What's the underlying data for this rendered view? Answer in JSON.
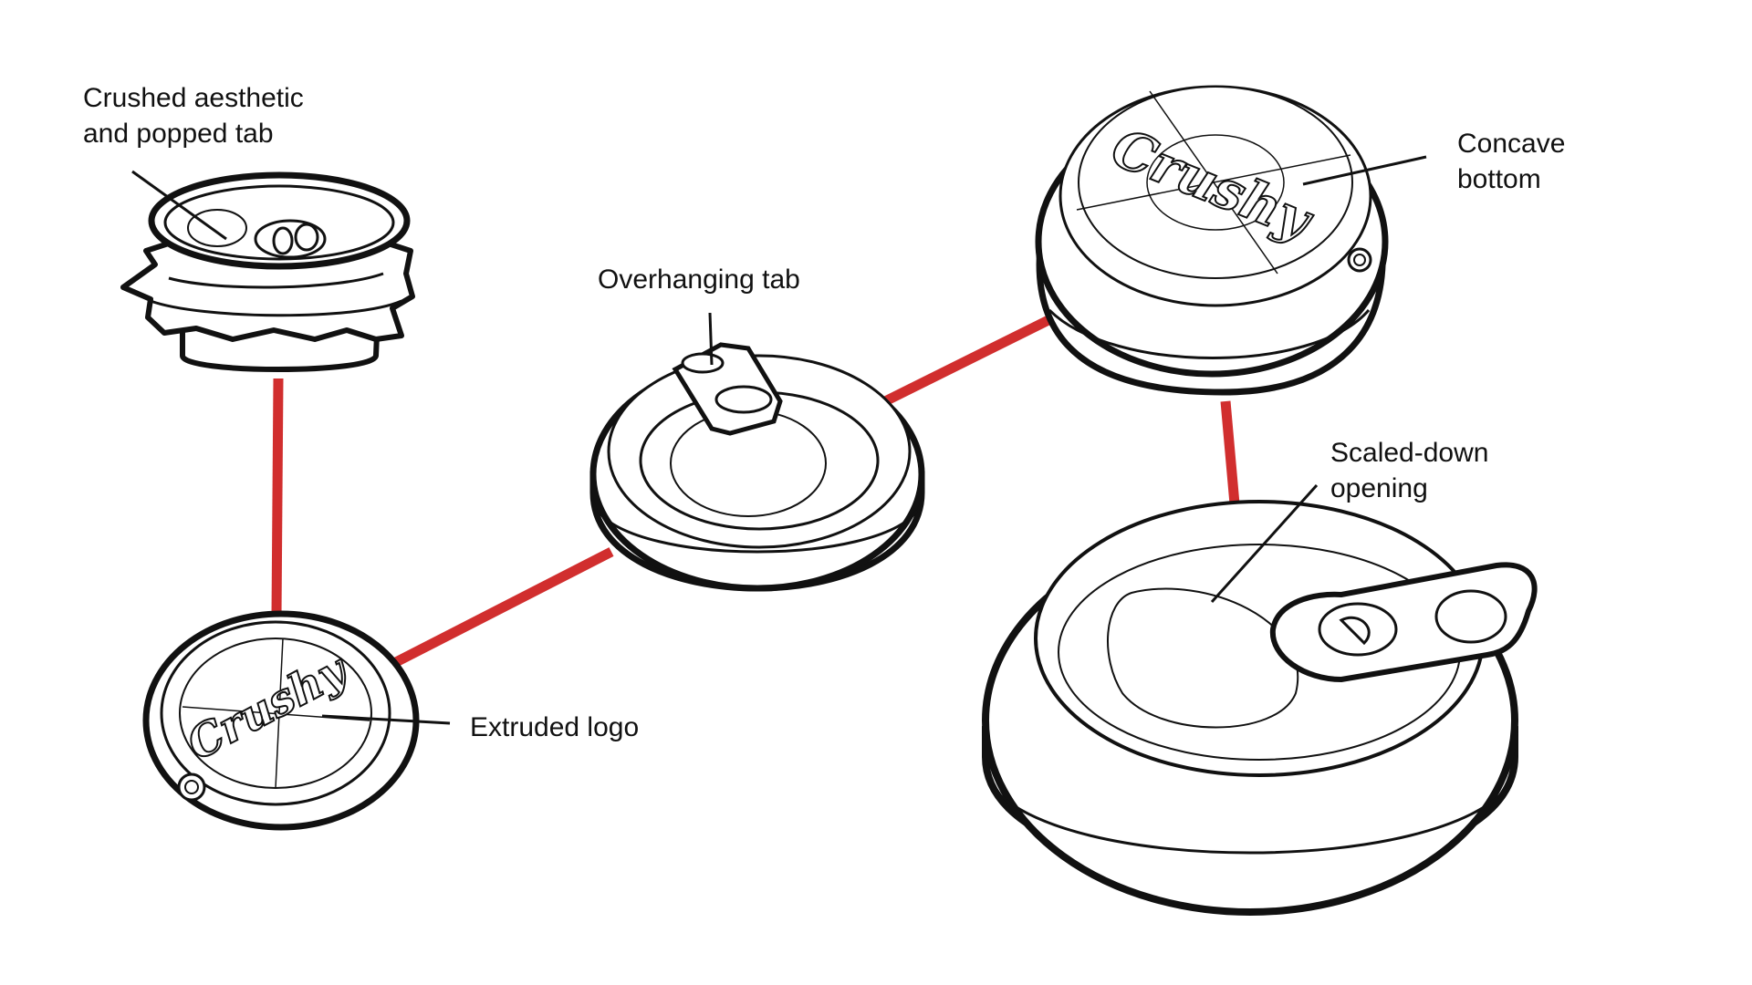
{
  "colors": {
    "connector": "#d12e2e",
    "ink": "#111111",
    "paper": "#ffffff"
  },
  "labels": {
    "crushed": {
      "line1": "Crushed aesthetic",
      "line2": "and popped tab"
    },
    "overhanging": {
      "line1": "Overhanging tab"
    },
    "concave": {
      "line1": "Concave",
      "line2": "bottom"
    },
    "scaled": {
      "line1": "Scaled-down",
      "line2": "opening"
    },
    "extruded": {
      "line1": "Extruded logo"
    }
  },
  "logo": {
    "text": "Crushy"
  },
  "icons": {
    "crushed_can": "crushed-can-icon",
    "overhanging_can": "overhanging-tab-can-icon",
    "concave_can": "concave-bottom-can-icon",
    "scaled_can": "scaled-opening-can-icon",
    "logo_can": "extruded-logo-can-icon"
  }
}
